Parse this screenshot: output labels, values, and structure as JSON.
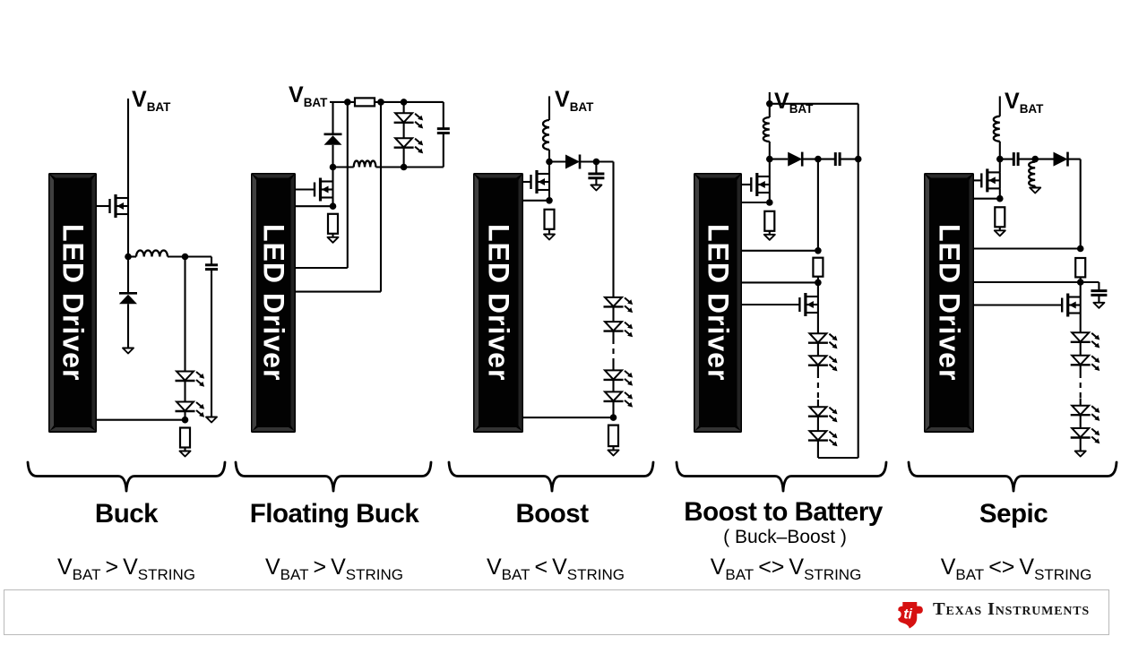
{
  "page": {
    "background": "#ffffff",
    "ink": "#000000"
  },
  "labels": {
    "led_driver": "LED Driver",
    "vbat": {
      "base": "V",
      "sub": "BAT"
    },
    "vstring": {
      "base": "V",
      "sub": "STRING"
    }
  },
  "topologies": [
    {
      "id": "buck",
      "name": "Buck",
      "subtitle": "",
      "relation": ">"
    },
    {
      "id": "floating-buck",
      "name": "Floating Buck",
      "subtitle": "",
      "relation": ">"
    },
    {
      "id": "boost",
      "name": "Boost",
      "subtitle": "",
      "relation": "<"
    },
    {
      "id": "boost-to-battery",
      "name": "Boost to Battery",
      "subtitle": "( Buck–Boost )",
      "relation": "<>"
    },
    {
      "id": "sepic",
      "name": "Sepic",
      "subtitle": "",
      "relation": "<>"
    }
  ],
  "footer": {
    "brand": "Texas Instruments",
    "logo_text": "ti",
    "logo_color": "#d61111"
  }
}
